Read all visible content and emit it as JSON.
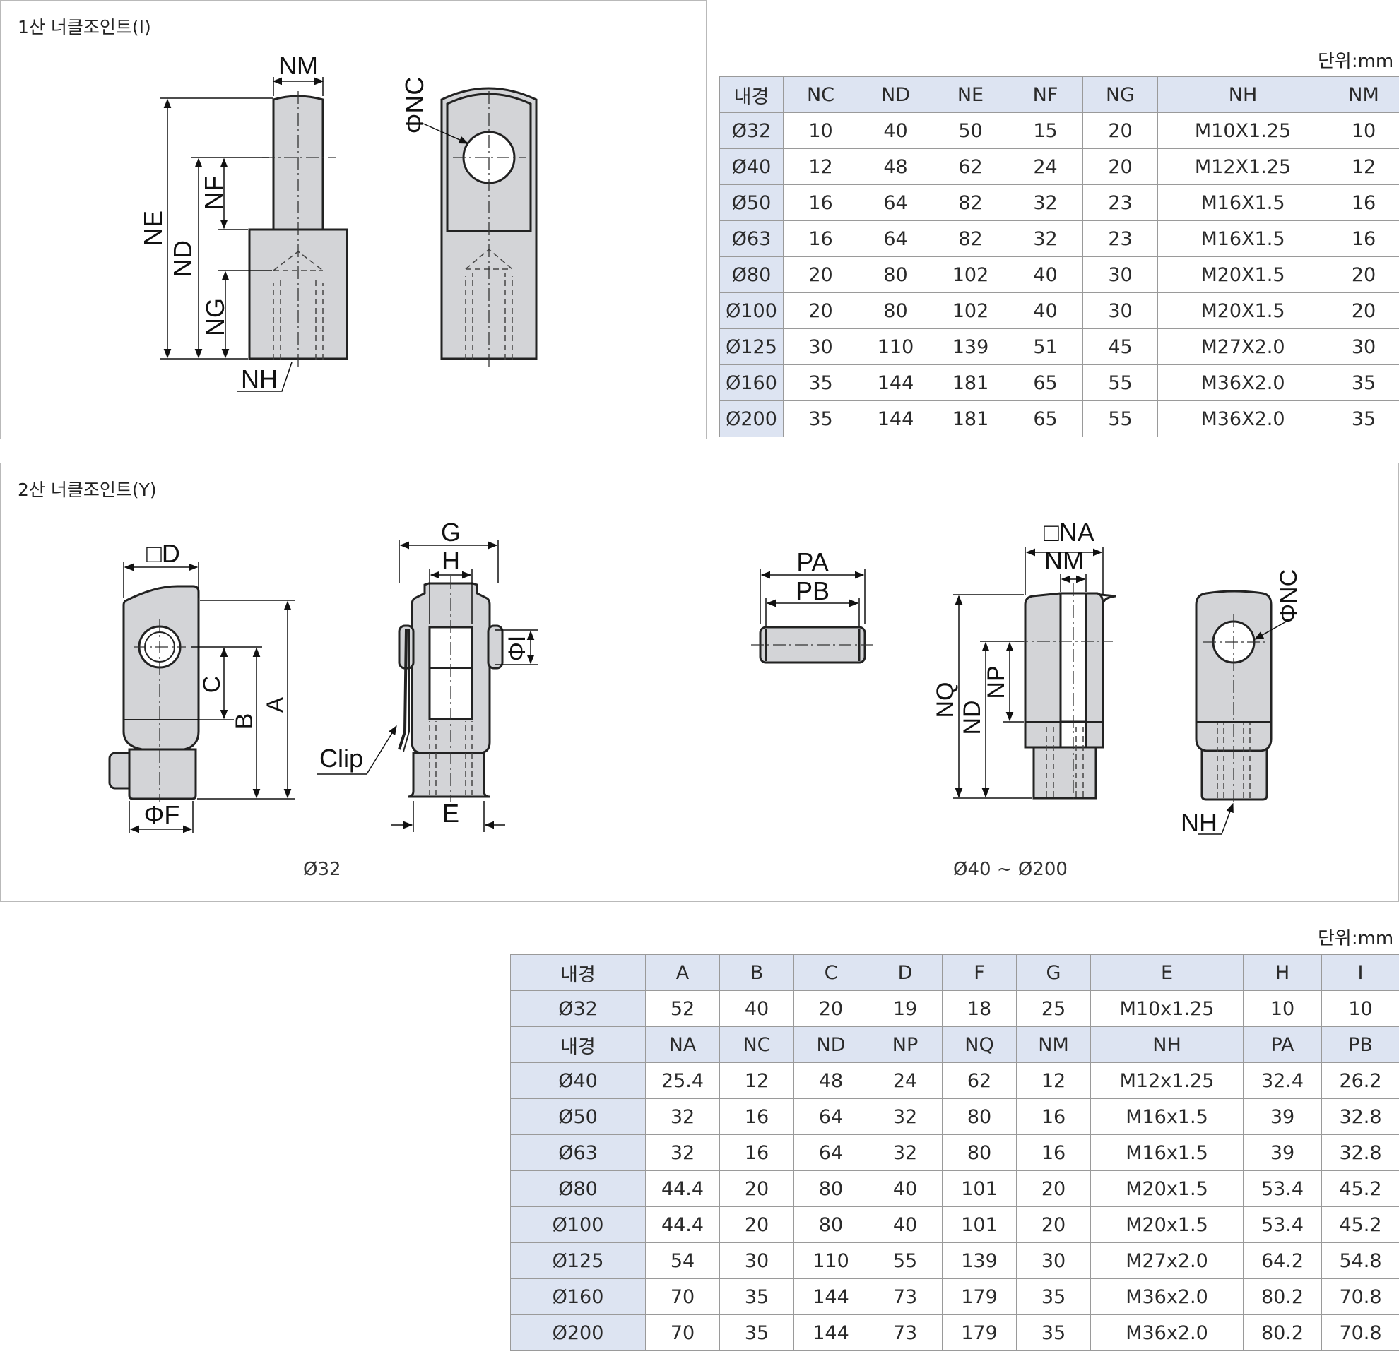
{
  "panel1": {
    "title": "1산 너클조인트(I)",
    "labels": {
      "nm": "NM",
      "nc": "ΦNC",
      "ne": "NE",
      "nd": "ND",
      "nf": "NF",
      "ng": "NG",
      "nh": "NH"
    }
  },
  "table1": {
    "unit": "단위:mm",
    "columns": [
      "내경",
      "NC",
      "ND",
      "NE",
      "NF",
      "NG",
      "NH",
      "NM"
    ],
    "rows": [
      [
        "Ø32",
        "10",
        "40",
        "50",
        "15",
        "20",
        "M10X1.25",
        "10"
      ],
      [
        "Ø40",
        "12",
        "48",
        "62",
        "24",
        "20",
        "M12X1.25",
        "12"
      ],
      [
        "Ø50",
        "16",
        "64",
        "82",
        "32",
        "23",
        "M16X1.5",
        "16"
      ],
      [
        "Ø63",
        "16",
        "64",
        "82",
        "32",
        "23",
        "M16X1.5",
        "16"
      ],
      [
        "Ø80",
        "20",
        "80",
        "102",
        "40",
        "30",
        "M20X1.5",
        "20"
      ],
      [
        "Ø100",
        "20",
        "80",
        "102",
        "40",
        "30",
        "M20X1.5",
        "20"
      ],
      [
        "Ø125",
        "30",
        "110",
        "139",
        "51",
        "45",
        "M27X2.0",
        "30"
      ],
      [
        "Ø160",
        "35",
        "144",
        "181",
        "65",
        "55",
        "M36X2.0",
        "35"
      ],
      [
        "Ø200",
        "35",
        "144",
        "181",
        "65",
        "55",
        "M36X2.0",
        "35"
      ]
    ]
  },
  "panel2": {
    "title": "2산 너클조인트(Y)",
    "caption_small": "Ø32",
    "caption_large": "Ø40 ~ Ø200",
    "labels": {
      "d": "□D",
      "a": "A",
      "b": "B",
      "c": "C",
      "f": "ΦF",
      "g": "G",
      "h": "H",
      "i": "ΦI",
      "e": "E",
      "clip": "Clip",
      "pa": "PA",
      "pb": "PB",
      "na": "□NA",
      "nm": "NM",
      "nq": "NQ",
      "nd": "ND",
      "np": "NP",
      "nc": "ΦNC",
      "nh": "NH"
    }
  },
  "table2": {
    "unit": "단위:mm",
    "header_a": [
      "내경",
      "A",
      "B",
      "C",
      "D",
      "F",
      "G",
      "E",
      "H",
      "I"
    ],
    "rows_a": [
      [
        "Ø32",
        "52",
        "40",
        "20",
        "19",
        "18",
        "25",
        "M10x1.25",
        "10",
        "10"
      ]
    ],
    "header_b": [
      "내경",
      "NA",
      "NC",
      "ND",
      "NP",
      "NQ",
      "NM",
      "NH",
      "PA",
      "PB"
    ],
    "rows_b": [
      [
        "Ø40",
        "25.4",
        "12",
        "48",
        "24",
        "62",
        "12",
        "M12x1.25",
        "32.4",
        "26.2"
      ],
      [
        "Ø50",
        "32",
        "16",
        "64",
        "32",
        "80",
        "16",
        "M16x1.5",
        "39",
        "32.8"
      ],
      [
        "Ø63",
        "32",
        "16",
        "64",
        "32",
        "80",
        "16",
        "M16x1.5",
        "39",
        "32.8"
      ],
      [
        "Ø80",
        "44.4",
        "20",
        "80",
        "40",
        "101",
        "20",
        "M20x1.5",
        "53.4",
        "45.2"
      ],
      [
        "Ø100",
        "44.4",
        "20",
        "80",
        "40",
        "101",
        "20",
        "M20x1.5",
        "53.4",
        "45.2"
      ],
      [
        "Ø125",
        "54",
        "30",
        "110",
        "55",
        "139",
        "30",
        "M27x2.0",
        "64.2",
        "54.8"
      ],
      [
        "Ø160",
        "70",
        "35",
        "144",
        "73",
        "179",
        "35",
        "M36x2.0",
        "80.2",
        "70.8"
      ],
      [
        "Ø200",
        "70",
        "35",
        "144",
        "73",
        "179",
        "35",
        "M36x2.0",
        "80.2",
        "70.8"
      ]
    ]
  }
}
